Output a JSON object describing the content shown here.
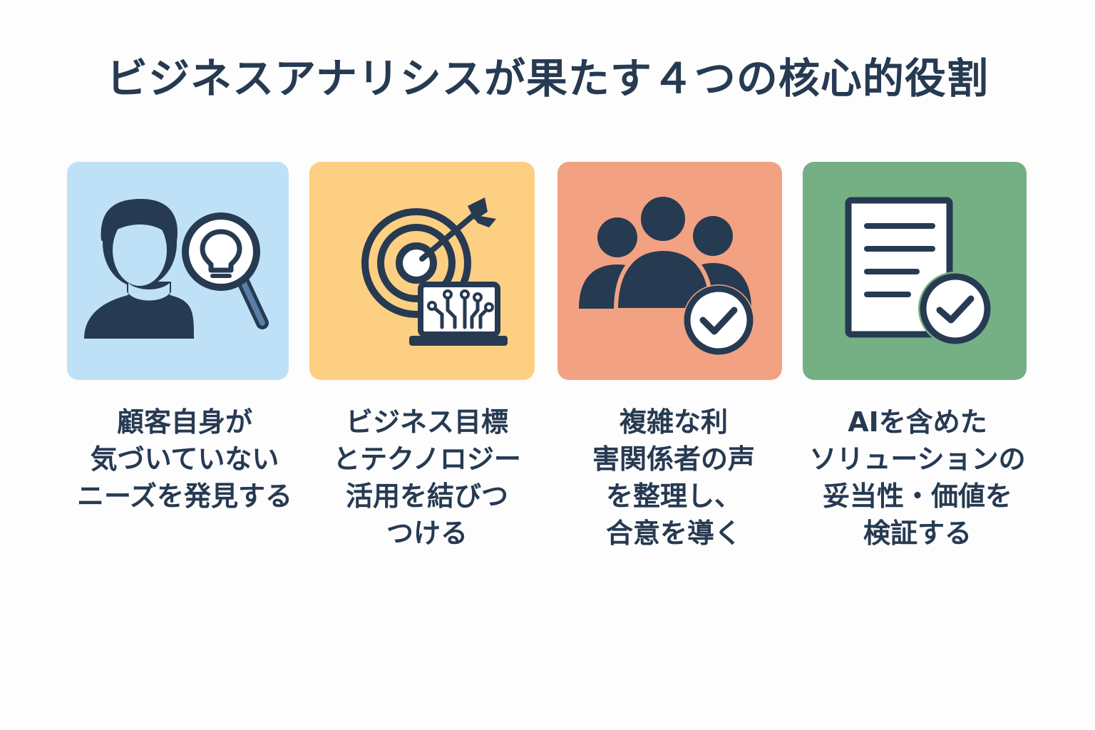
{
  "title": "ビジネスアナリシスが果たす４つの核心的役割",
  "colors": {
    "text": "#263a52",
    "icon": "#263a52",
    "card1": "#bfe1f7",
    "card2": "#fdcf83",
    "card3": "#f2a283",
    "card4": "#74b084"
  },
  "roles": [
    {
      "icon": "person-with-lightbulb-magnifier-icon",
      "lines": [
        "顧客自身が",
        "気づいていない",
        "ニーズを発見する"
      ]
    },
    {
      "icon": "target-arrow-laptop-icon",
      "lines": [
        "ビジネス目標",
        "とテクノロジー",
        "活用を結びつ",
        "つける"
      ]
    },
    {
      "icon": "stakeholders-check-icon",
      "lines": [
        "複雑な利",
        "害関係者の声",
        "を整理し、",
        "合意を導く"
      ]
    },
    {
      "icon": "document-check-icon",
      "lines": [
        "AIを含めた",
        "ソリューションの",
        "妥当性・価値を",
        "検証する"
      ]
    }
  ]
}
